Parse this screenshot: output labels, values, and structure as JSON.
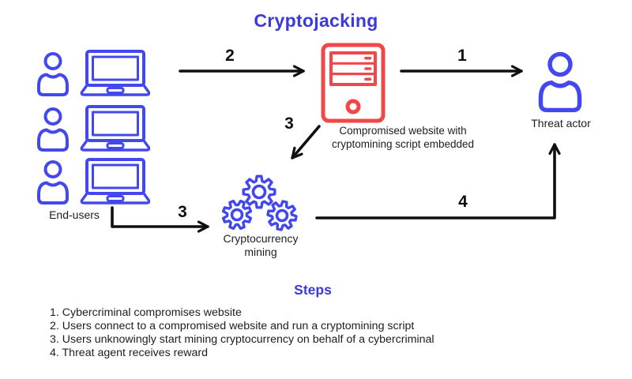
{
  "title": "Cryptojacking",
  "colors": {
    "accent_blue": "#3b3ad8",
    "icon_blue": "#4348ee",
    "icon_red": "#f04848",
    "text": "#1d1d1f",
    "arrow": "#0f0f0f",
    "background": "#ffffff"
  },
  "diagram": {
    "end_users_label": "End-users",
    "server_label_line1": "Compromised website with",
    "server_label_line2": "cryptomining script embedded",
    "threat_actor_label": "Threat actor",
    "mining_label_line1": "Cryptocurrency",
    "mining_label_line2": "mining",
    "arrow_numbers": {
      "step1": "1",
      "step2": "2",
      "step3_from_server": "3",
      "step3_from_users": "3",
      "step4": "4"
    }
  },
  "steps": {
    "heading": "Steps",
    "items": [
      "1. Cybercriminal compromises website",
      "2. Users connect to a compromised website and run a cryptomining script",
      "3. Users unknowingly start mining cryptocurrency on behalf of a cybercriminal",
      "4. Threat agent receives reward"
    ]
  }
}
